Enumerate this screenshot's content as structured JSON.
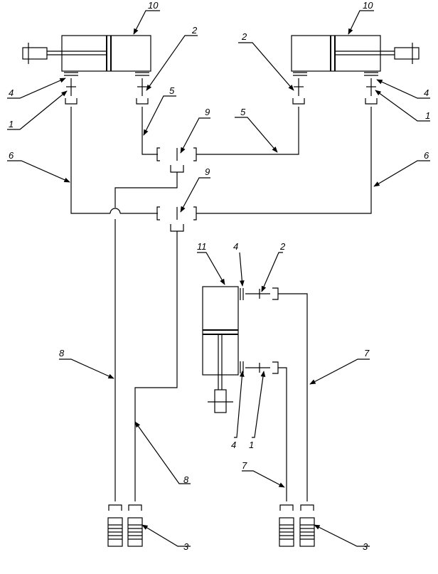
{
  "labels": {
    "cyl10_left": "10",
    "cyl10_right": "10",
    "l2_a": "2",
    "l2_b": "2",
    "l2_c": "2",
    "l4_a": "4",
    "l4_b": "4",
    "l4_c": "4",
    "l4_d": "4",
    "l1_a": "1",
    "l1_b": "1",
    "l1_c": "1",
    "l5_a": "5",
    "l5_b": "5",
    "l6_a": "6",
    "l6_b": "6",
    "l9_a": "9",
    "l9_b": "9",
    "l11": "11",
    "l8_a": "8",
    "l8_b": "8",
    "l7_a": "7",
    "l7_b": "7",
    "l3_a": "3",
    "l3_b": "3"
  }
}
